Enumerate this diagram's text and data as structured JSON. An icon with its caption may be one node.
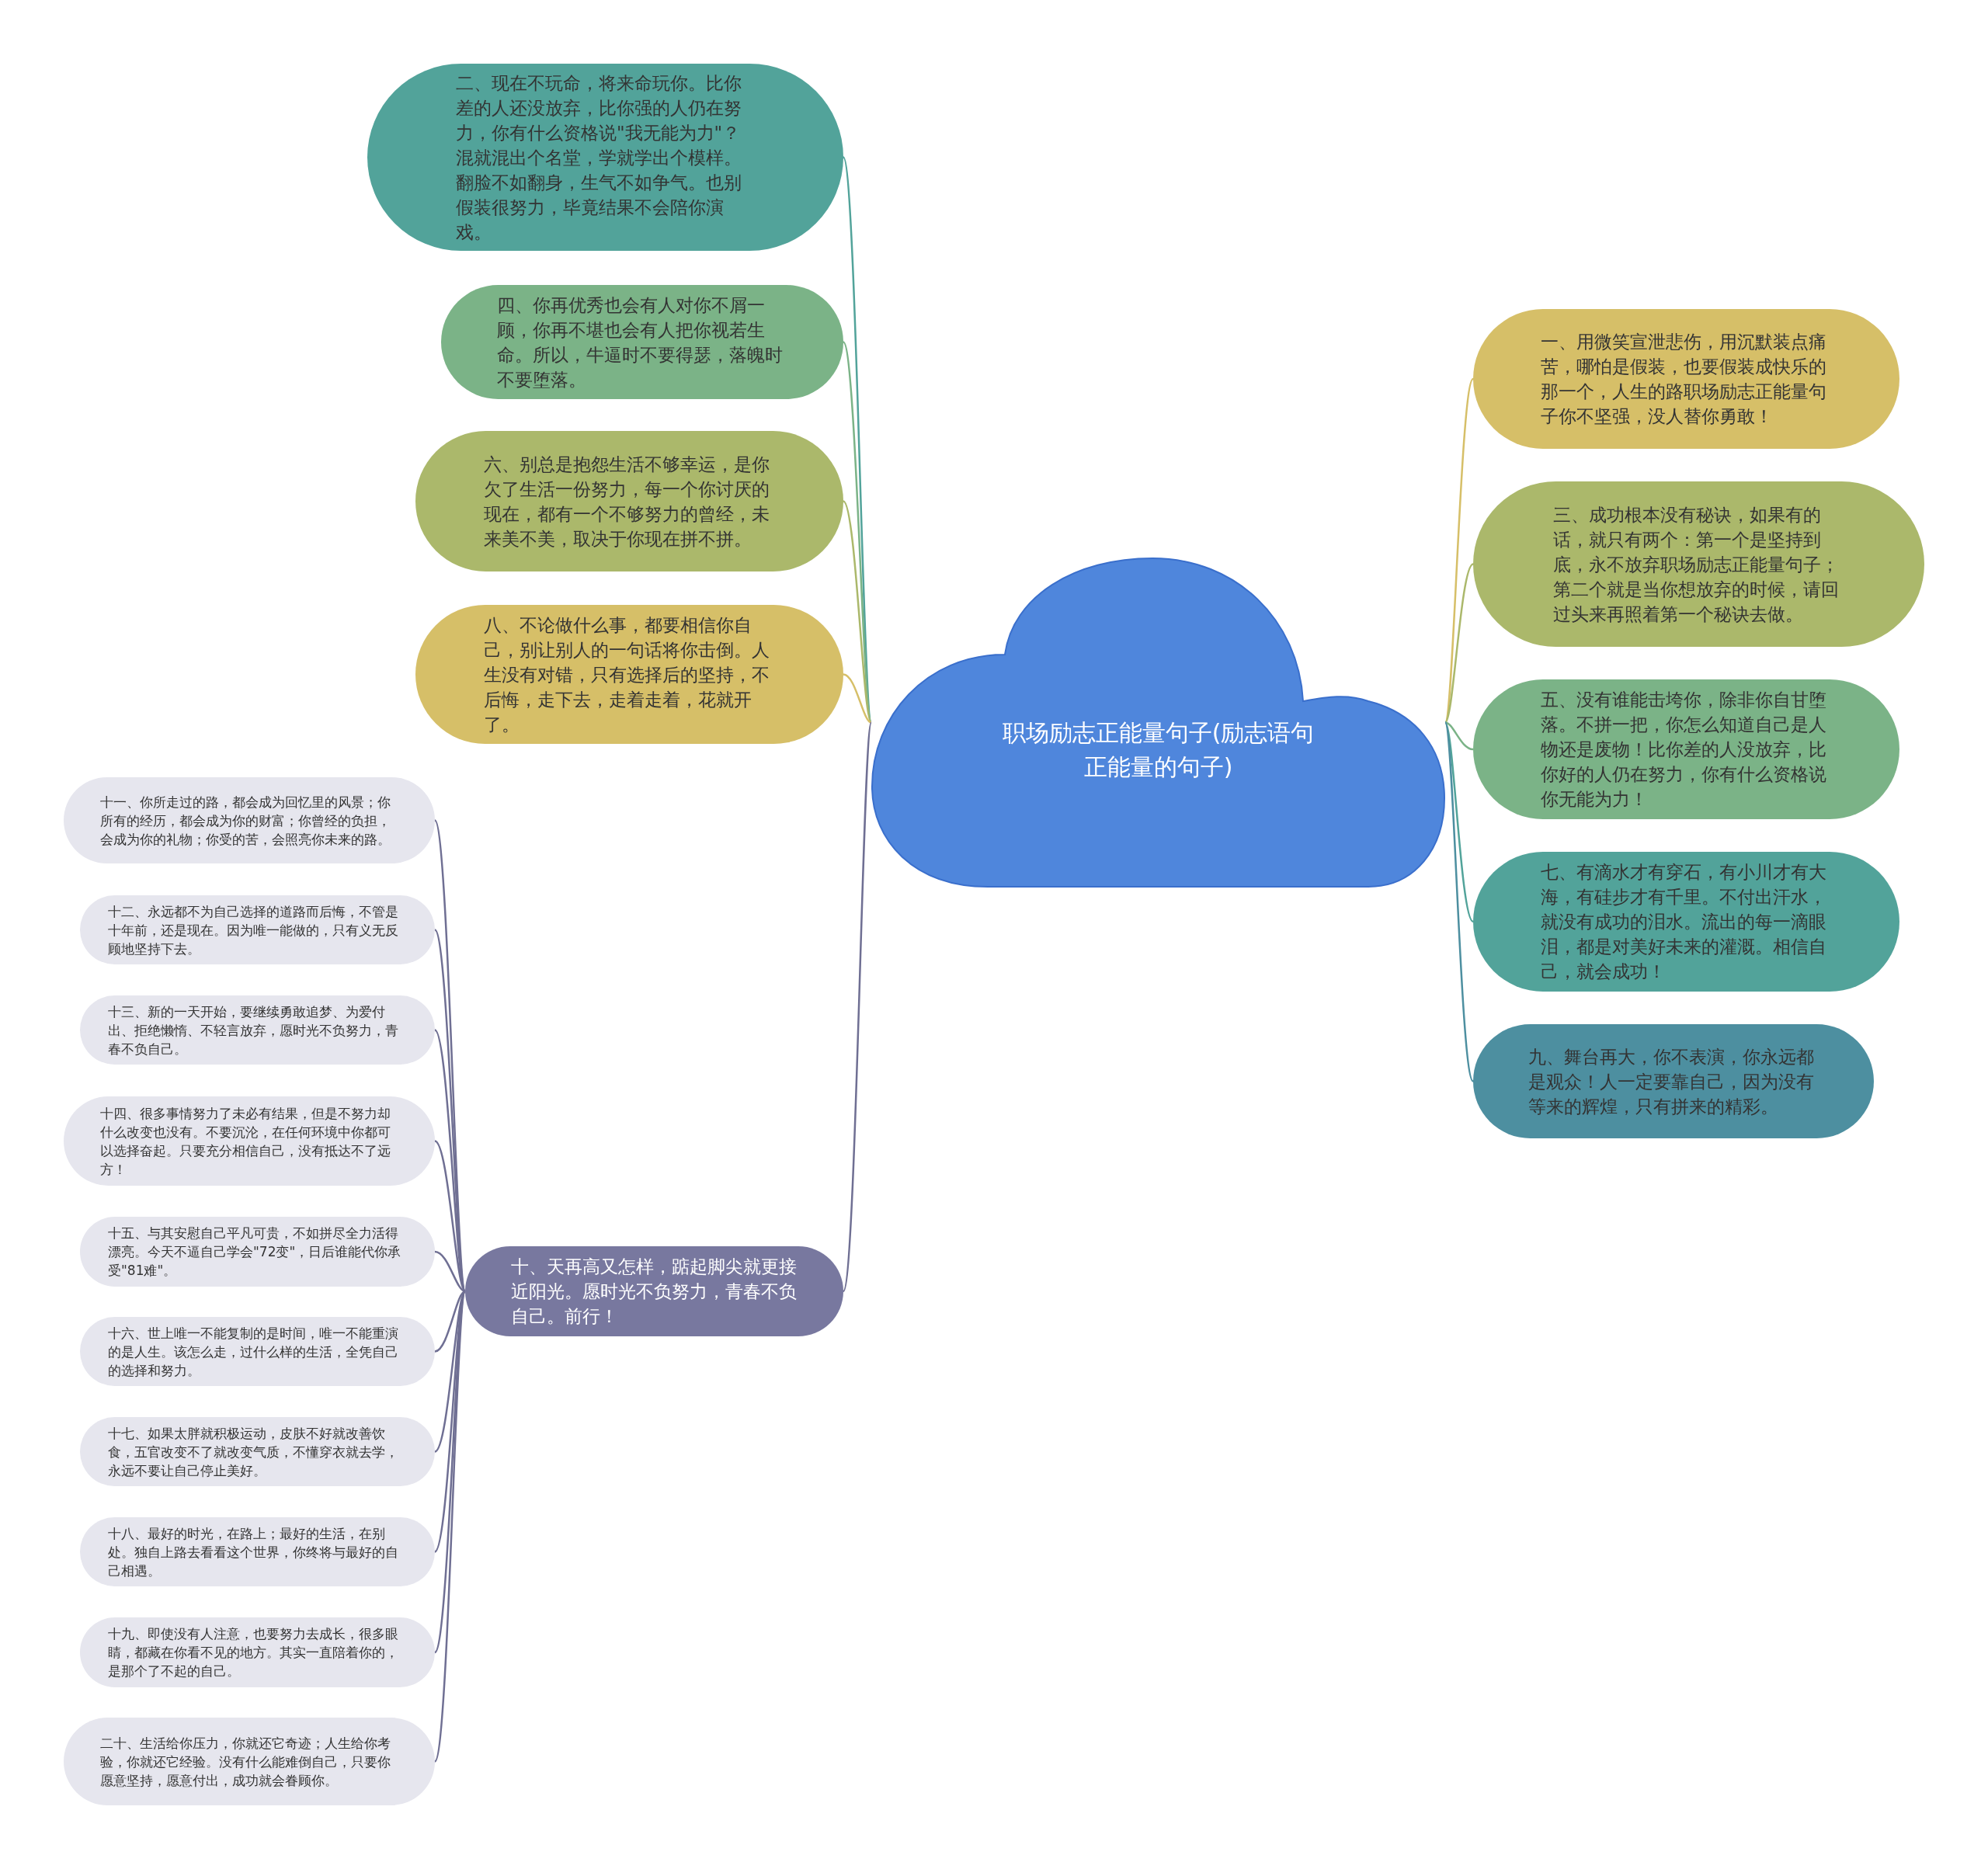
{
  "diagram": {
    "nodes": [
      {
        "text": [
          "职场励志正能量句子(励志语句正能量的句子)"
        ]
      },
      {
        "text": [
          "二、现在不玩命，将来命玩你。比你差的人还没放弃，比你强的人仍在努力，你有什么资格说\"我无能为力\"？混就混出个名堂，学就学出个模样。翻脸不如翻身，生气不如争气。也别假装很努力，毕竟结果不会陪你演戏。"
        ]
      },
      {
        "text": [
          "四、你再优秀也会有人对你不屑一顾，你再不堪也会有人把你视若生命。所以，牛逼时不要得瑟，落魄时不要堕落。"
        ]
      },
      {
        "text": [
          "六、别总是抱怨生活不够幸运，是你欠了生活一份努力，每一个你讨厌的现在，都有一个不够努力的曾经，未来美不美，取决于你现在拼不拼。"
        ]
      },
      {
        "text": [
          "八、不论做什么事，都要相信你自己，别让别人的一句话将你击倒。人生没有对错，只有选择后的坚持，不后悔，走下去，走着走着，花就开了。"
        ]
      },
      {
        "text": [
          "一、用微笑宣泄悲伤，用沉默装点痛苦，哪怕是假装，也要假装成快乐的那一个，人生的路职场励志正能量句子你不坚强，没人替你勇敢！"
        ]
      },
      {
        "text": [
          "三、成功根本没有秘诀，如果有的话，就只有两个：第一个是坚持到底，永不放弃职场励志正能量句子；第二个就是当你想放弃的时候，请回过头来再照着第一个秘诀去做。"
        ]
      },
      {
        "text": [
          "五、没有谁能击垮你，除非你自甘堕落。不拼一把，你怎么知道自己是人物还是废物！比你差的人没放弃，比你好的人仍在努力，你有什么资格说你无能为力！"
        ]
      },
      {
        "text": [
          "七、有滴水才有穿石，有小川才有大海，有硅步才有千里。不付出汗水，就没有成功的泪水。流出的每一滴眼泪，都是对美好未来的灌溉。相信自己，就会成功！"
        ]
      },
      {
        "text": [
          "九、舞台再大，你不表演，你永远都是观众！人一定要靠自己，因为没有等来的辉煌，只有拼来的精彩。"
        ]
      },
      {
        "text": [
          "十、天再高又怎样，踮起脚尖就更接近阳光。愿时光不负努力，青春不负自己。前行！"
        ]
      },
      {
        "text": [
          "十一、你所走过的路，都会成为回忆里的风景；你所有的经历，都会成为你的财富；你曾经的负担，会成为你的礼物；你受的苦，会照亮你未来的路。"
        ]
      },
      {
        "text": [
          "十二、永远都不为自己选择的道路而后悔，不管是十年前，还是现在。因为唯一能做的，只有义无反顾地坚持下去。"
        ]
      },
      {
        "text": [
          "十三、新的一天开始，要继续勇敢追梦、为爱付出、拒绝懒惰、不轻言放弃，愿时光不负努力，青春不负自己。"
        ]
      },
      {
        "text": [
          "十四、很多事情努力了未必有结果，但是不努力却什么改变也没有。不要沉沦，在任何环境中你都可以选择奋起。只要充分相信自己，没有抵达不了远方！"
        ]
      },
      {
        "text": [
          "十五、与其安慰自己平凡可贵，不如拼尽全力活得漂亮。今天不逼自己学会\"72变\"，日后谁能代你承受\"81难\"。"
        ]
      },
      {
        "text": [
          "十六、世上唯一不能复制的是时间，唯一不能重演的是人生。该怎么走，过什么样的生活，全凭自己的选择和努力。"
        ]
      },
      {
        "text": [
          "十七、如果太胖就积极运动，皮肤不好就改善饮食，五官改变不了就改变气质，不懂穿衣就去学，永远不要让自己停止美好。"
        ]
      },
      {
        "text": [
          "十八、最好的时光，在路上；最好的生活，在别处。独自上路去看看这个世界，你终将与最好的自己相遇。"
        ]
      },
      {
        "text": [
          "十九、即使没有人注意，也要努力去成长，很多眼睛，都藏在你看不见的地方。其实一直陪着你的，是那个了不起的自己。"
        ]
      },
      {
        "text": [
          "二十、生活给你压力，你就还它奇迹；人生给你考验，你就还它经验。没有什么能难倒自己，只要你愿意坚持，愿意付出，成功就会眷顾你。"
        ]
      }
    ],
    "edges": [
      {
        "from": 0,
        "to": 1,
        "arrow": "none",
        "color": "#52a39a"
      },
      {
        "from": 0,
        "to": 2,
        "arrow": "none",
        "color": "#7bb387"
      },
      {
        "from": 0,
        "to": 3,
        "arrow": "none",
        "color": "#abb86b"
      },
      {
        "from": 0,
        "to": 4,
        "arrow": "none",
        "color": "#d6bf68"
      },
      {
        "from": 0,
        "to": 5,
        "arrow": "none",
        "color": "#d6bf68"
      },
      {
        "from": 0,
        "to": 6,
        "arrow": "none",
        "color": "#abb86b"
      },
      {
        "from": 0,
        "to": 7,
        "arrow": "none",
        "color": "#7bb387"
      },
      {
        "from": 0,
        "to": 8,
        "arrow": "none",
        "color": "#52a39a"
      },
      {
        "from": 0,
        "to": 9,
        "arrow": "none",
        "color": "#4d8fa0"
      },
      {
        "from": 0,
        "to": 10,
        "arrow": "none"
      },
      {
        "from": 10,
        "to": 11,
        "arrow": "none"
      },
      {
        "from": 10,
        "to": 12,
        "arrow": "none"
      },
      {
        "from": 10,
        "to": 13,
        "arrow": "none"
      },
      {
        "from": 10,
        "to": 14,
        "arrow": "none"
      },
      {
        "from": 10,
        "to": 15,
        "arrow": "none"
      },
      {
        "from": 10,
        "to": 16,
        "arrow": "none"
      },
      {
        "from": 10,
        "to": 17,
        "arrow": "none"
      },
      {
        "from": 10,
        "to": 18,
        "arrow": "none"
      },
      {
        "from": 10,
        "to": 19,
        "arrow": "none"
      },
      {
        "from": 10,
        "to": 20,
        "arrow": "none"
      }
    ]
  }
}
